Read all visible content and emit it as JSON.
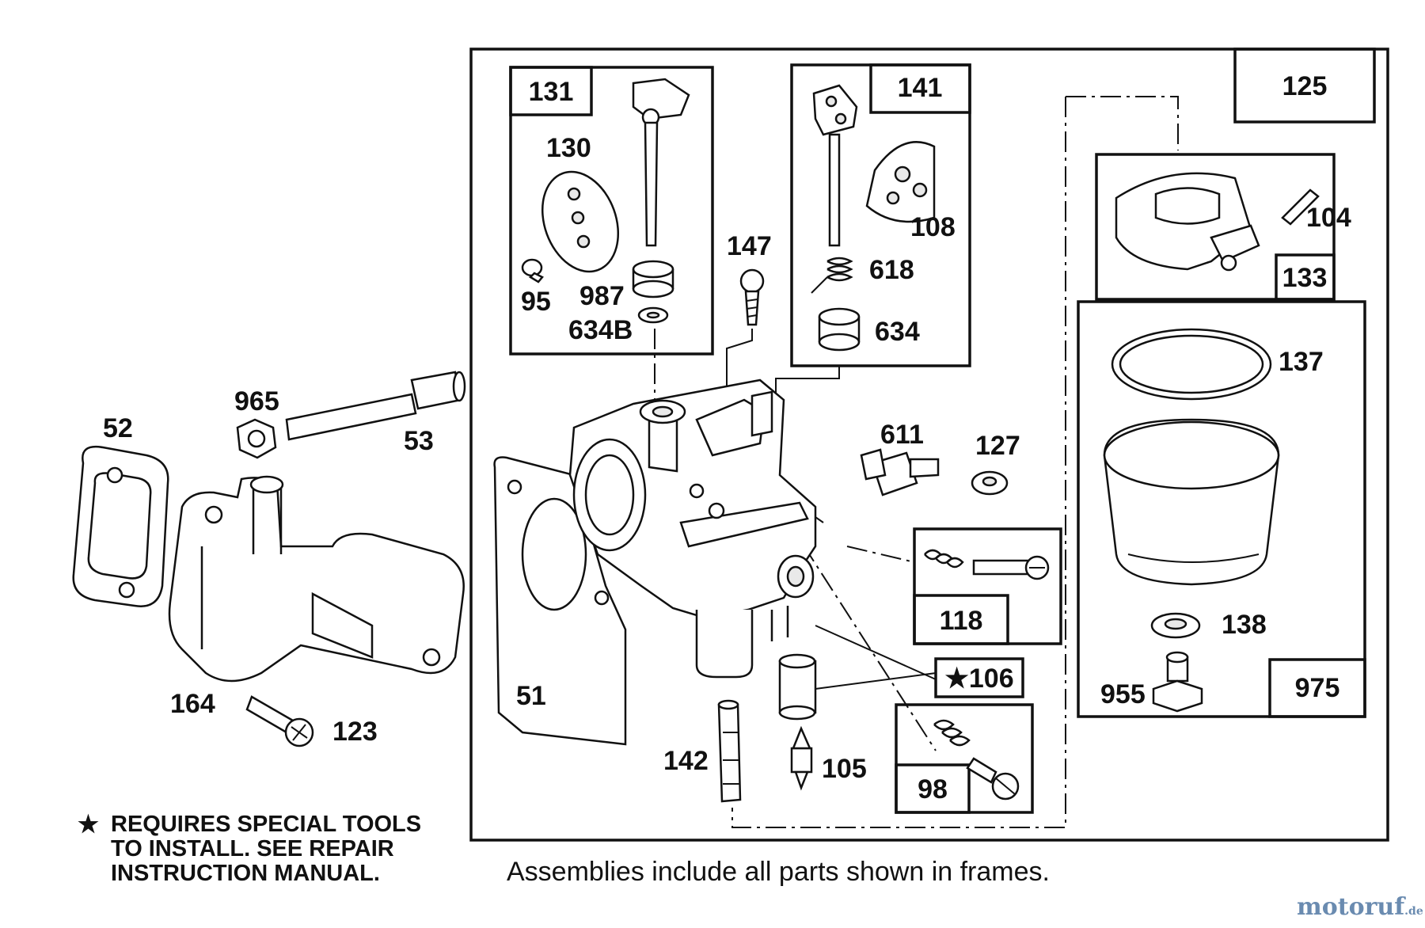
{
  "parts": {
    "p52": "52",
    "p53": "53",
    "p965": "965",
    "p164": "164",
    "p123": "123",
    "p51": "51",
    "p142": "142",
    "p105": "105",
    "p147": "147",
    "p611": "611",
    "p127": "127",
    "p130": "130",
    "p95": "95",
    "p987": "987",
    "p634B": "634B",
    "p108": "108",
    "p618": "618",
    "p634": "634",
    "p104": "104",
    "p137": "137",
    "p138": "138",
    "p955": "955"
  },
  "frames": {
    "f125": "125",
    "f131": "131",
    "f141": "141",
    "f133": "133",
    "f975": "975",
    "f118": "118",
    "f106": "★106",
    "f98": "98"
  },
  "footnote": {
    "star": "★",
    "line1": "REQUIRES SPECIAL TOOLS",
    "line2": "TO INSTALL.  SEE REPAIR",
    "line3": "INSTRUCTION MANUAL."
  },
  "assemblies_note": "Assemblies include all parts shown in frames.",
  "watermark": {
    "brand": "motoruf",
    "suffix": ".de",
    "color": "#6a8bb0"
  }
}
